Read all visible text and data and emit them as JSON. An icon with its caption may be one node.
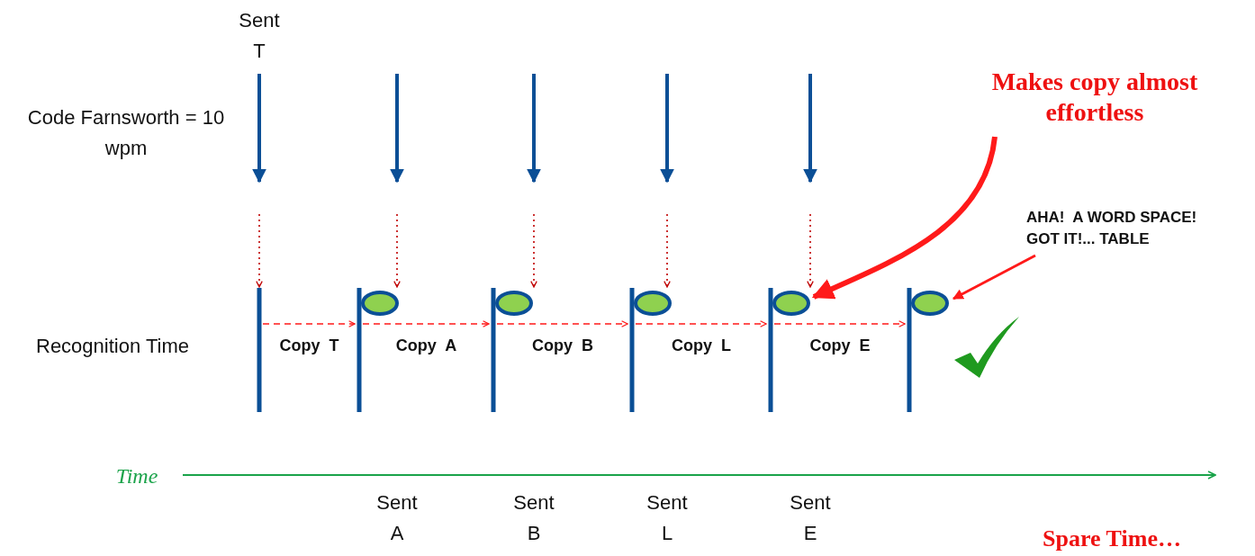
{
  "diagram": {
    "nodes": [
      {
        "text": [],
        "shape": "bar"
      },
      {
        "text": [],
        "shape": "bar"
      },
      {
        "text": [],
        "shape": "bar"
      },
      {
        "text": [],
        "shape": "bar"
      },
      {
        "text": [],
        "shape": "bar"
      },
      {
        "text": [],
        "shape": "bar"
      },
      {
        "text": [
          "Makes copy almost effortless"
        ]
      },
      {
        "text": [
          "AHA!  A WORD SPACE! GOT IT!... TABLE"
        ]
      }
    ],
    "edges": [
      {
        "from": 0,
        "to": 1,
        "arrow": "to",
        "style": "dashed",
        "label": "Copy  T"
      },
      {
        "from": 1,
        "to": 2,
        "arrow": "to",
        "style": "dashed",
        "label": "Copy  A"
      },
      {
        "from": 2,
        "to": 3,
        "arrow": "to",
        "style": "dashed",
        "label": "Copy  B"
      },
      {
        "from": 3,
        "to": 4,
        "arrow": "to",
        "style": "dashed",
        "label": "Copy  L"
      },
      {
        "from": 4,
        "to": 5,
        "arrow": "to",
        "style": "dashed",
        "label": "Copy  E"
      },
      {
        "from": null,
        "to": 0,
        "arrow": "to",
        "style": "dashed",
        "color": "#c00000"
      },
      {
        "from": null,
        "to": 1,
        "arrow": "to",
        "style": "dashed",
        "color": "#c00000"
      },
      {
        "from": null,
        "to": 2,
        "arrow": "to",
        "style": "dashed",
        "color": "#c00000"
      },
      {
        "from": null,
        "to": 3,
        "arrow": "to",
        "style": "dashed",
        "color": "#c00000"
      },
      {
        "from": null,
        "to": 4,
        "arrow": "to",
        "style": "dashed",
        "color": "#c00000"
      },
      {
        "from": 6,
        "to": 4,
        "arrow": "to",
        "style": "thick"
      },
      {
        "from": 7,
        "to": 5,
        "arrow": "to"
      }
    ],
    "labels": [
      "Sent T",
      "Code Farnsworth = 10 wpm",
      "Recognition Time",
      "Time",
      "Sent A",
      "Sent B",
      "Sent L",
      "Sent E",
      "Spare Time…"
    ]
  }
}
